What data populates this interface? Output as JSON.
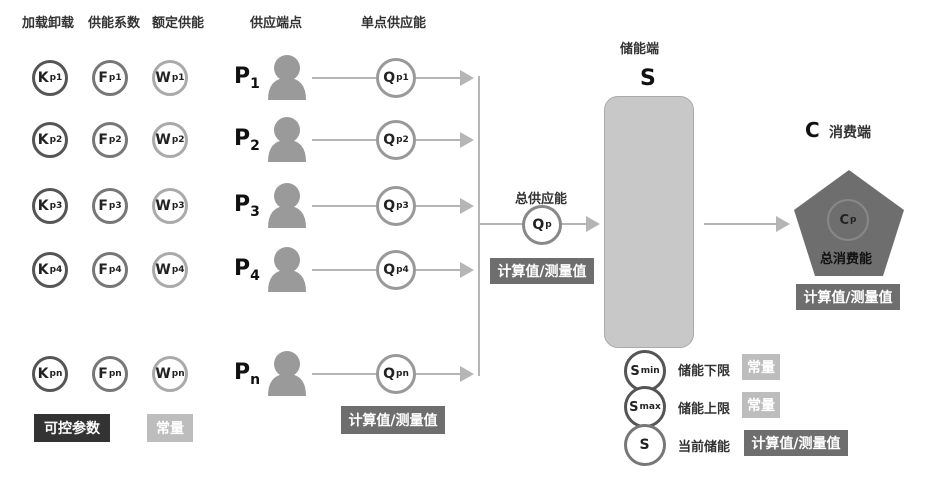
{
  "headers": {
    "load": "加载卸载",
    "coef": "供能系数",
    "rated": "额定供能",
    "supply_node": "供应端点",
    "single_supply": "单点供应能",
    "storage": "储能端",
    "storage_symbol": "S",
    "consumer_symbol": "C",
    "consumer": "消费端"
  },
  "rows": [
    {
      "k": "K",
      "k_sub": "p1",
      "f": "F",
      "f_sub": "p1",
      "w": "W",
      "w_sub": "p1",
      "p": "P",
      "p_sub": "1",
      "q": "Q",
      "q_sub": "p1"
    },
    {
      "k": "K",
      "k_sub": "p2",
      "f": "F",
      "f_sub": "p2",
      "w": "W",
      "w_sub": "p2",
      "p": "P",
      "p_sub": "2",
      "q": "Q",
      "q_sub": "p2"
    },
    {
      "k": "K",
      "k_sub": "p3",
      "f": "F",
      "f_sub": "p3",
      "w": "W",
      "w_sub": "p3",
      "p": "P",
      "p_sub": "3",
      "q": "Q",
      "q_sub": "p3"
    },
    {
      "k": "K",
      "k_sub": "p4",
      "f": "F",
      "f_sub": "p4",
      "w": "W",
      "w_sub": "p4",
      "p": "P",
      "p_sub": "4",
      "q": "Q",
      "q_sub": "p4"
    },
    {
      "k": "K",
      "k_sub": "pn",
      "f": "F",
      "f_sub": "pn",
      "w": "W",
      "w_sub": "pn",
      "p": "P",
      "p_sub": "n",
      "q": "Q",
      "q_sub": "pn"
    }
  ],
  "legend": {
    "controllable": "可控参数",
    "constant": "常量",
    "computed": "计算值/测量值"
  },
  "total": {
    "label": "总供应能",
    "symbol": "Q",
    "sub": "p",
    "tag": "计算值/测量值"
  },
  "consumer_node": {
    "symbol": "C",
    "sub": "p",
    "label": "总消费能",
    "tag": "计算值/测量值"
  },
  "storage_legend": [
    {
      "symbol": "S",
      "sub": "min",
      "label": "储能下限",
      "tag": "常量"
    },
    {
      "symbol": "S",
      "sub": "max",
      "label": "储能上限",
      "tag": "常量"
    },
    {
      "symbol": "S",
      "sub": "",
      "label": "当前储能",
      "tag": "计算值/测量值"
    }
  ],
  "colors": {
    "dark_box": "#6e6e6e",
    "light_box": "#bdbdbd",
    "black_box": "#333333",
    "storage_fill": "#c8c8c8",
    "pentagon_fill": "#6e6e6e",
    "person_fill": "#9a9a9a",
    "arrow": "#b5b5b5"
  },
  "icons": {
    "person": "person-silhouette-icon"
  }
}
